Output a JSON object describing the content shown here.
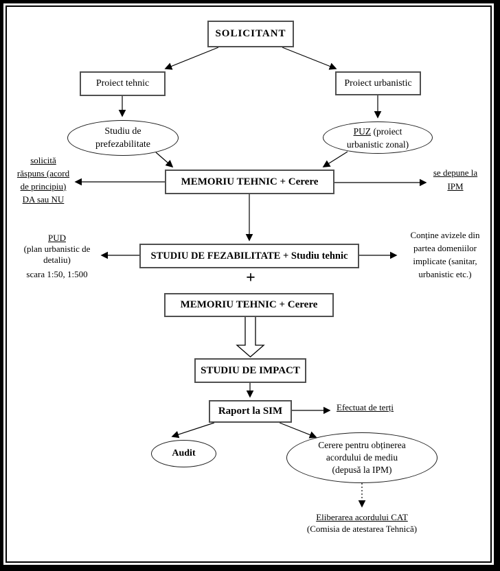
{
  "frame": {
    "background": "#000000",
    "panel": "#ffffff",
    "border": "#000000"
  },
  "colors": {
    "line": "#000000",
    "box_border": "#4f4f4f",
    "text": "#000000"
  },
  "nodes": {
    "solicitant": "SOLICITANT",
    "proiect_tehnic": "Proiect tehnic",
    "proiect_urbanistic": "Proiect urbanistic",
    "studiu_prefezabilitate": {
      "line1": "Studiu de",
      "line2": "prefezabilitate"
    },
    "puz": {
      "abbr": "PUZ",
      "line1_rest": " (proiect",
      "line2": "urbanistic zonal)"
    },
    "memoriu_tehnic_cerere_1": "MEMORIU TEHNIC + Cerere",
    "studiu_fezabilitate": "STUDIU DE FEZABILITATE + Studiu tehnic",
    "plus_sign": "+",
    "memoriu_tehnic_cerere_2": "MEMORIU TEHNIC + Cerere",
    "studiu_impact": "STUDIU DE IMPACT",
    "raport_la_sim": "Raport la SIM",
    "audit": "Audit",
    "cerere_acord_mediu": {
      "line1": "Cerere pentru obținerea",
      "line2": "acordului de mediu",
      "line3": "(depusă la IPM)"
    }
  },
  "annotations": {
    "solicita_raspuns": {
      "line1": "solicită",
      "line2": "răspuns (acord",
      "line3": "de principiu)",
      "line4": "DA sau NU"
    },
    "se_depune_la_ipm": {
      "line1": "se depune la",
      "line2": "IPM"
    },
    "pud": {
      "line1": "PUD",
      "line2": "(plan urbanistic de",
      "line3": "detaliu)",
      "line4": "scara 1:50, 1:500"
    },
    "contine_avizele": {
      "line1": "Conține avizele din",
      "line2": "partea domeniilor",
      "line3": "implicate (sanitar,",
      "line4": "urbanistic etc.)"
    },
    "efectuat_de_terti": "Efectuat de terți",
    "eliberare_acord": {
      "line1": "Eliberarea acordului CAT",
      "line2": "(Comisia de atestarea Tehnică)"
    }
  }
}
